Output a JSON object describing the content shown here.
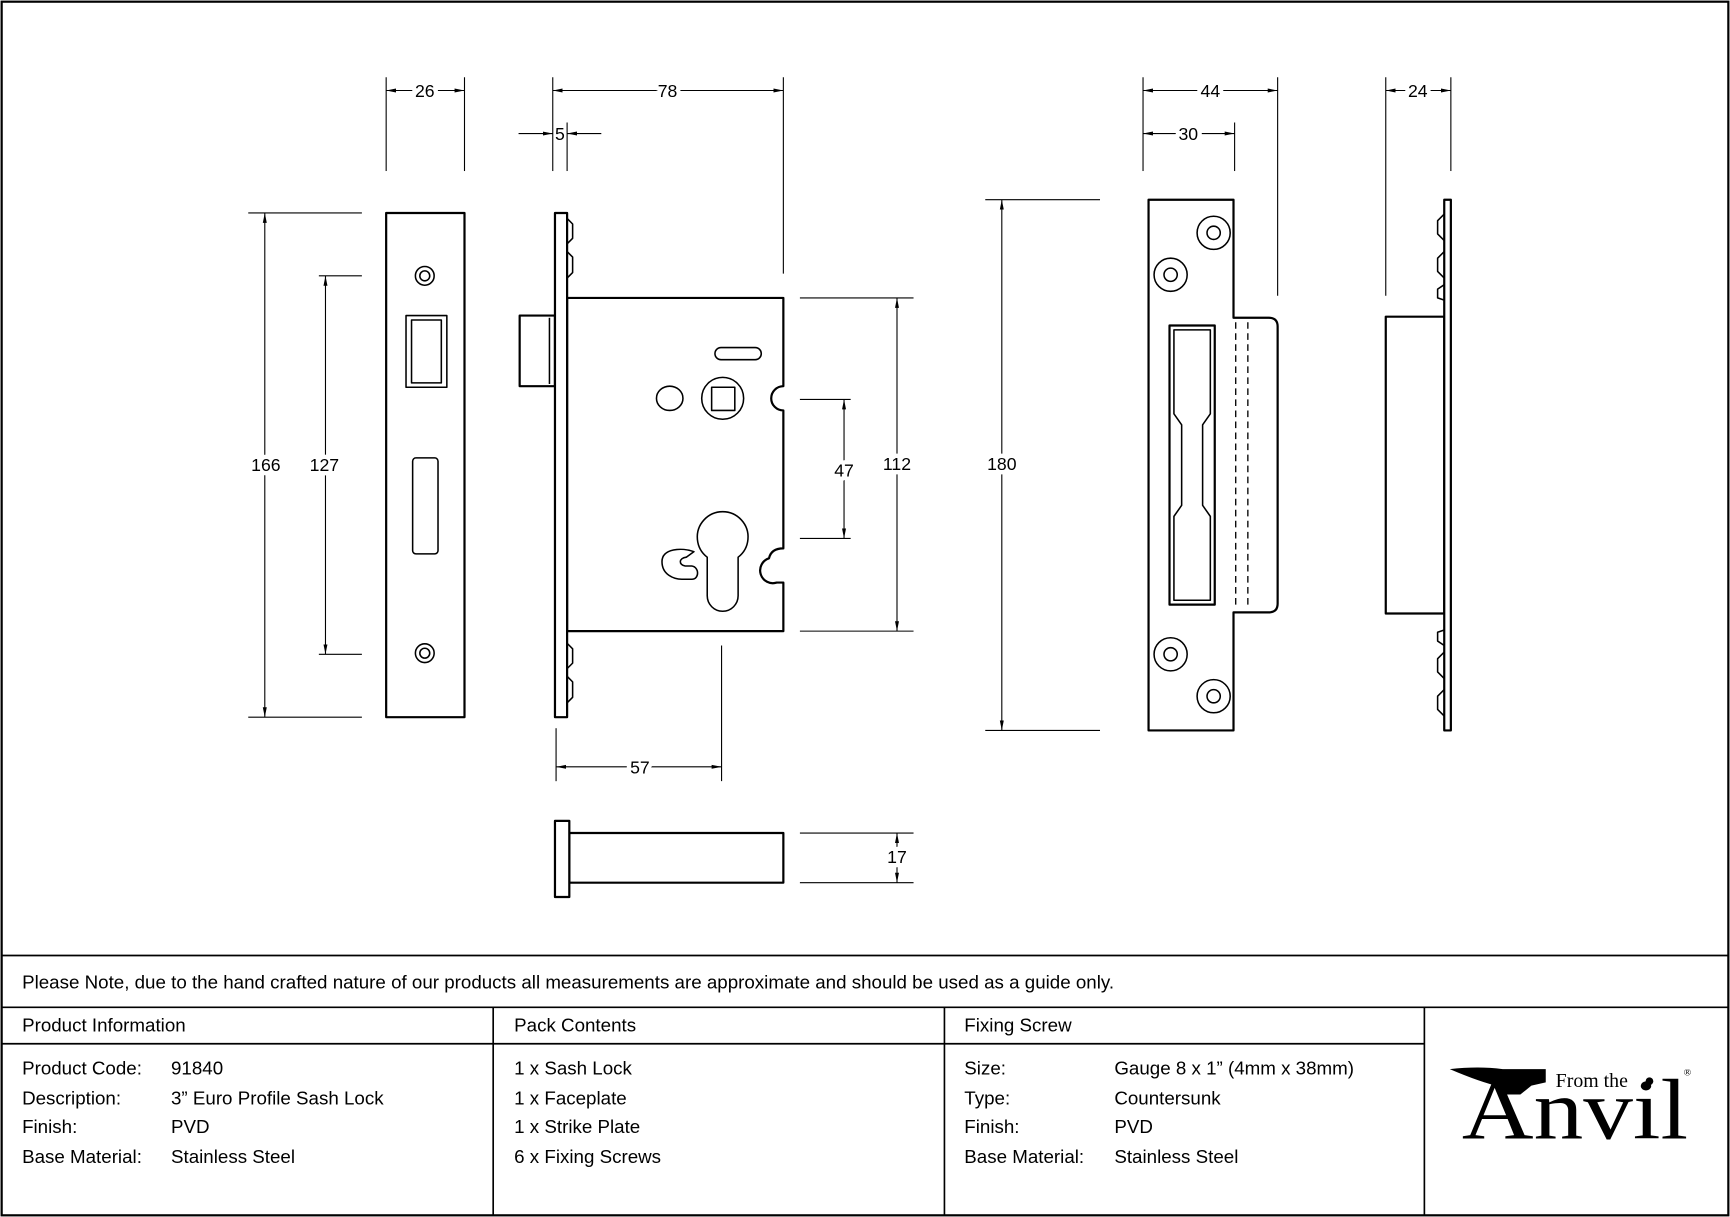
{
  "dimensions": {
    "faceplate_width": "26",
    "case_depth": "78",
    "faceplate_offset": "5",
    "faceplate_height": "166",
    "faceplate_screw_centres": "127",
    "spindle_to_cylinder": "47",
    "case_height": "112",
    "backset": "57",
    "bolt_throw": "17",
    "strike_height": "180",
    "strike_width": "44",
    "strike_plate_width": "30",
    "strike_depth": "24"
  },
  "note": "Please Note, due to the hand crafted nature of our products all measurements are approximate and should be used as a guide only.",
  "product_information": {
    "heading": "Product Information",
    "rows": [
      {
        "label": "Product Code:",
        "value": "91840"
      },
      {
        "label": "Description:",
        "value": "3” Euro Profile Sash Lock"
      },
      {
        "label": "Finish:",
        "value": "PVD"
      },
      {
        "label": "Base Material:",
        "value": "Stainless Steel"
      }
    ]
  },
  "pack_contents": {
    "heading": "Pack Contents",
    "items": [
      "1 x Sash Lock",
      "1 x Faceplate",
      "1 x Strike Plate",
      "6 x Fixing Screws"
    ]
  },
  "fixing_screw": {
    "heading": "Fixing Screw",
    "rows": [
      {
        "label": "Size:",
        "value": "Gauge 8 x 1” (4mm x 38mm)"
      },
      {
        "label": "Type:",
        "value": "Countersunk"
      },
      {
        "label": "Finish:",
        "value": "PVD"
      },
      {
        "label": "Base Material:",
        "value": "Stainless Steel"
      }
    ]
  },
  "logo": {
    "tagline": "From the",
    "name": "Anvil",
    "registered": "®"
  },
  "colors": {
    "line": "#000000",
    "background": "#ffffff"
  }
}
